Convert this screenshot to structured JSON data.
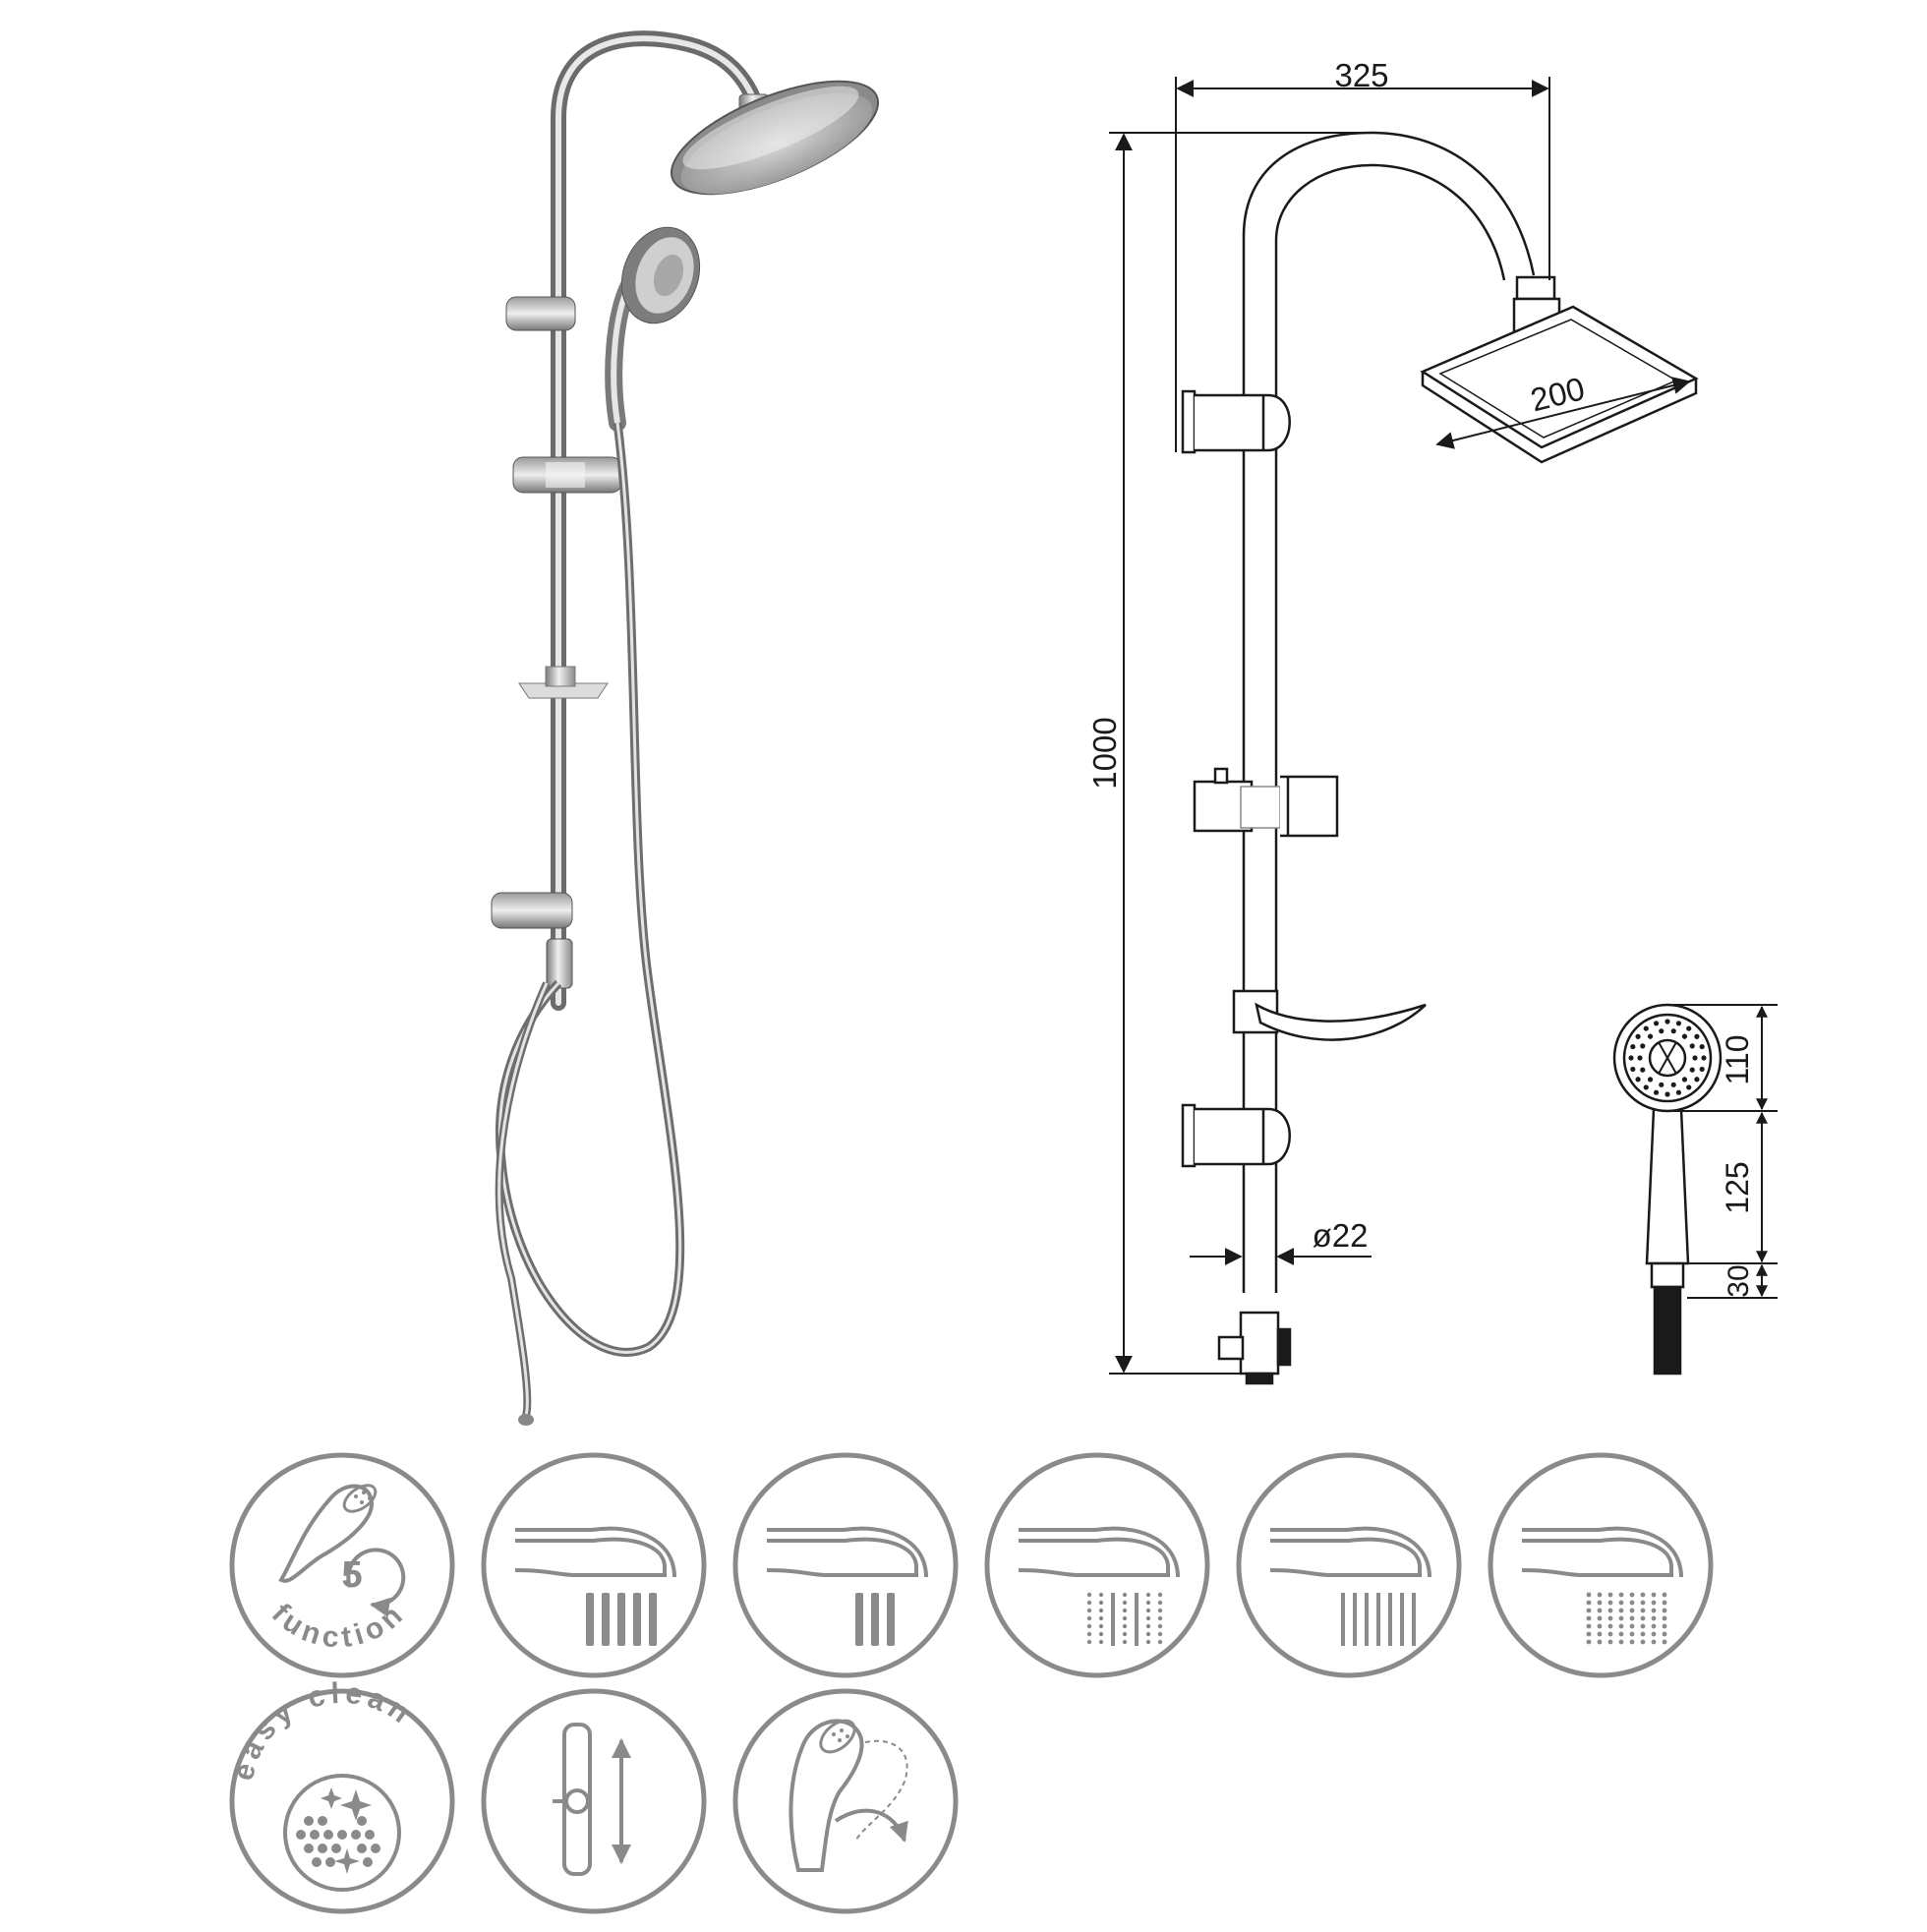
{
  "dimensions": {
    "arm_reach": "325",
    "height": "1000",
    "head_diameter": "200",
    "pipe_diameter": "ø22",
    "hand_head": "110",
    "hand_handle": "125",
    "hand_neck": "30"
  },
  "features": {
    "function_count": "5",
    "function_label": "function",
    "easy_clean_label": "easy clean"
  },
  "icons": {
    "row1": [
      "five-function-icon",
      "spray-mode-1-icon",
      "spray-mode-2-icon",
      "spray-mode-3-icon",
      "spray-mode-4-icon",
      "spray-mode-5-icon"
    ],
    "row2": [
      "easy-clean-icon",
      "height-adjust-icon",
      "tilt-handshower-icon"
    ]
  },
  "colors": {
    "line": "#1a1a1a",
    "icon_gray": "#8a8a8a",
    "chrome_dark": "#6f6f6f",
    "chrome_light": "#e6e6e6"
  }
}
